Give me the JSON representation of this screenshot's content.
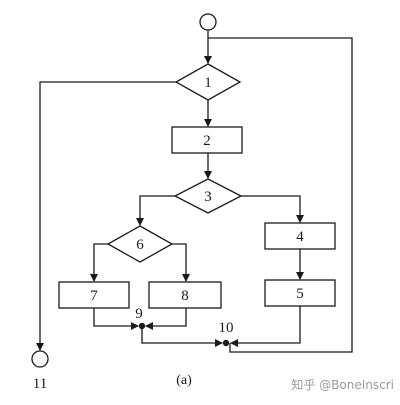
{
  "nodes": {
    "n1": "1",
    "n2": "2",
    "n3": "3",
    "n4": "4",
    "n5": "5",
    "n6": "6",
    "n7": "7",
    "n8": "8",
    "n9": "9",
    "n10": "10",
    "n11": "11"
  },
  "caption": "(a)",
  "watermark": "知乎 @BoneInscri",
  "colors": {
    "ink": "#1a1a1a",
    "watermark": "#9a9a9a",
    "background": "#ffffff"
  }
}
